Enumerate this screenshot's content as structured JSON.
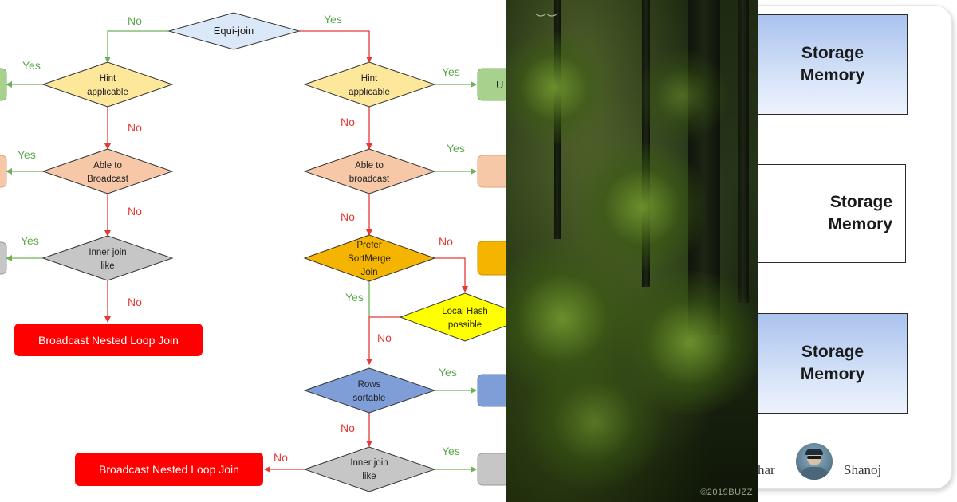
{
  "flowchart": {
    "decisions": {
      "equi_join": "Equi-join",
      "hint_left": [
        "Hint",
        "applicable"
      ],
      "broadcast_left": [
        "Able to",
        "Broadcast"
      ],
      "innerjoin_left": [
        "Inner join",
        "like"
      ],
      "hint_right": [
        "Hint",
        "applicable"
      ],
      "broadcast_right": [
        "Able to",
        "broadcast"
      ],
      "prefer_sortmerge": [
        "Prefer",
        "SortMerge",
        "Join"
      ],
      "local_hash": [
        "Local Hash",
        "possible"
      ],
      "rows_sortable": [
        "Rows",
        "sortable"
      ],
      "innerjoin_right": [
        "Inner join",
        "like"
      ]
    },
    "results": {
      "bnlj_left": "Broadcast Nested Loop Join",
      "bnlj_bottom": "Broadcast Nested Loop Join",
      "partial_hint_right": "U"
    },
    "edge_labels": {
      "yes": "Yes",
      "no": "No"
    },
    "colors": {
      "equi": "#dbe8f7",
      "hint": "#fde79a",
      "broadcast": "#f7c8a8",
      "inner": "#c6c6c6",
      "prefer": "#f5b400",
      "localhash": "#ffff00",
      "sortable": "#7f9ed8",
      "result_red": "#ff0000",
      "yes_line": "#6db055",
      "no_line": "#e53935"
    }
  },
  "forest": {
    "watermark": "©2019BUZZ"
  },
  "storage": {
    "boxes": [
      {
        "line1": "Storage",
        "line2": "Memory"
      },
      {
        "line1": "Storage",
        "line2": "Memory"
      },
      {
        "line1": "Storage",
        "line2": "Memory"
      }
    ],
    "people": {
      "left_name_partial": "har",
      "right_name": "Shanoj"
    },
    "colors": {
      "box_blue": "#aac2ee"
    }
  }
}
